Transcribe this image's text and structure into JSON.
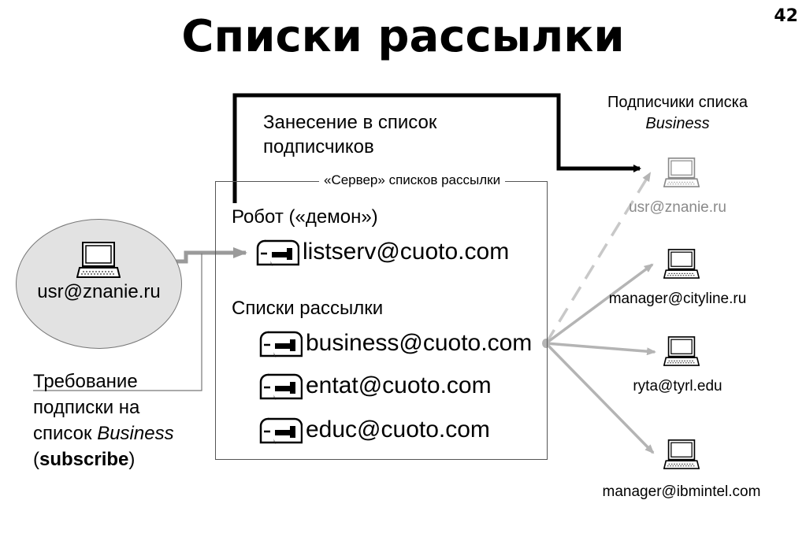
{
  "slide": {
    "title": "Списки рассылки",
    "page_number": "42"
  },
  "server": {
    "caption": "«Сервер» списков рассылки",
    "robot_label": "Робот («демон»)",
    "robot_address": "listserv@cuoto.com",
    "lists_label": "Списки рассылки",
    "lists": [
      "business@cuoto.com",
      "entat@cuoto.com",
      "educ@cuoto.com"
    ]
  },
  "requester": {
    "address": "usr@znanie.ru"
  },
  "request_note": {
    "line1": "Требование",
    "line2": "подписки на",
    "line3_prefix": "список ",
    "line3_italic": "Business",
    "line4_open": "(",
    "line4_bold": "subscribe",
    "line4_close": ")"
  },
  "registration_note": {
    "line1": "Занесение в список",
    "line2": "подписчиков"
  },
  "subscribers": {
    "heading_line1": "Подписчики списка",
    "heading_line2": "Business",
    "items": [
      "usr@znanie.ru",
      "manager@cityline.ru",
      "ryta@tyrl.edu",
      "manager@ibmintel.com"
    ]
  },
  "colors": {
    "arrow_gray": "#b4b4b4",
    "dashed_gray": "#c8c8c8",
    "new_subscriber_gray": "#8a8a8a",
    "circle_fill": "#e2e2e2"
  }
}
